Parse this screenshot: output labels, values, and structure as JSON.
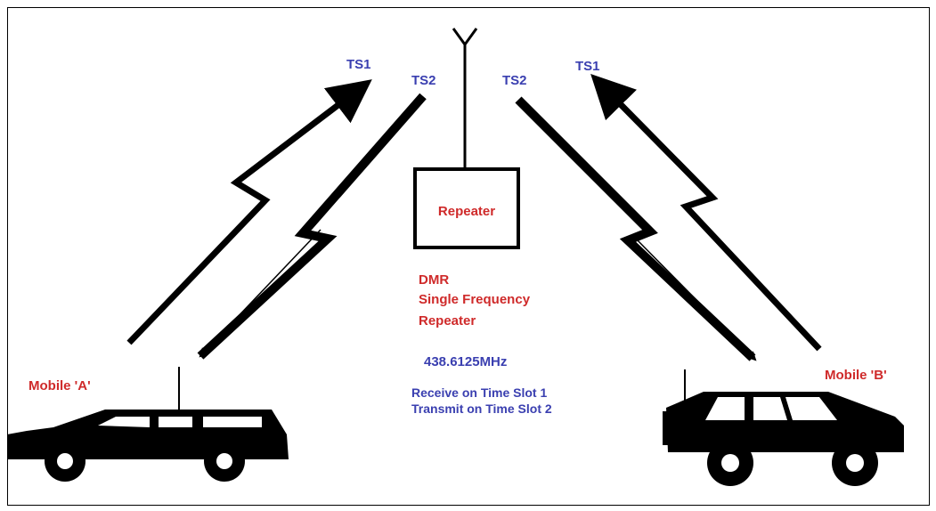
{
  "diagram": {
    "repeater_label": "Repeater",
    "description_lines": [
      "DMR",
      "Single Frequency",
      "Repeater"
    ],
    "frequency": "438.6125MHz",
    "slot_info": [
      "Receive on Time Slot 1",
      "Transmit on Time Slot 2"
    ],
    "mobile_a": "Mobile 'A'",
    "mobile_b": "Mobile 'B'",
    "ts1_left": "TS1",
    "ts2_left": "TS2",
    "ts2_right": "TS2",
    "ts1_right": "TS1"
  },
  "colors": {
    "label_blue": "#3a3fb0",
    "label_red": "#cf2a2a",
    "line": "#000000"
  }
}
